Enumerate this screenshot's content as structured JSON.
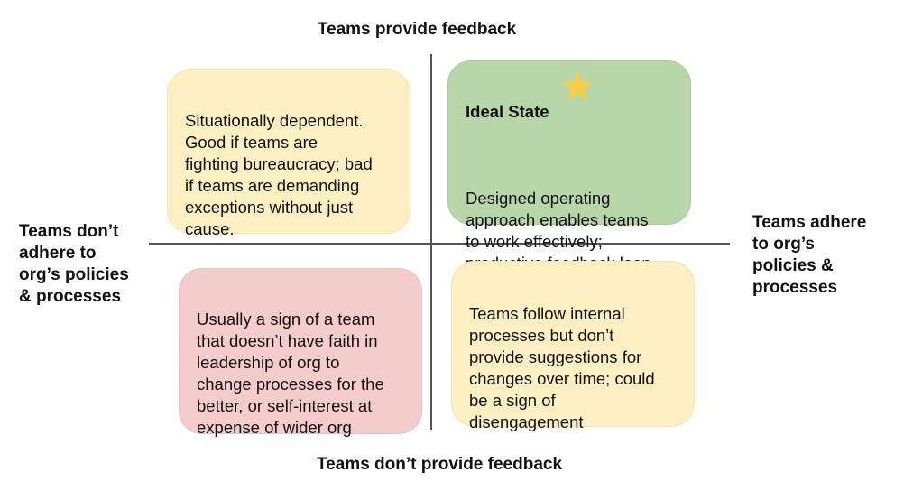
{
  "axes": {
    "top": "Teams provide feedback",
    "bottom": "Teams don’t provide feedback",
    "left": "Teams don’t\nadhere to\norg’s policies\n& processes",
    "right": "Teams adhere\nto org’s\npolicies &\nprocesses"
  },
  "quadrants": {
    "top_left": {
      "text": "Situationally dependent.\nGood if teams are\nfighting bureaucracy; bad\nif teams are demanding\nexceptions without just\ncause.",
      "color": "#fcf0c2",
      "border": "#f3e6b3"
    },
    "top_right": {
      "title": "Ideal State",
      "text": "Designed operating\napproach enables teams\nto work effectively;\nproductive feedback loop\nin place",
      "icon": "star-icon",
      "color": "#b7d7a8",
      "border": "#a9cc98",
      "star_color": "#f8cd46"
    },
    "bottom_left": {
      "text": "Usually a sign of a team\nthat doesn’t have faith in\nleadership of org to\nchange processes for the\nbetter, or self-interest at\nexpense of wider org",
      "color": "#f4cccc",
      "border": "#ebc0c0"
    },
    "bottom_right": {
      "text": "Teams follow internal\nprocesses but don’t\nprovide suggestions for\nchanges over time; could\nbe a sign of\ndisengagement",
      "color": "#fcf0c2",
      "border": "#f3e6b3"
    }
  }
}
